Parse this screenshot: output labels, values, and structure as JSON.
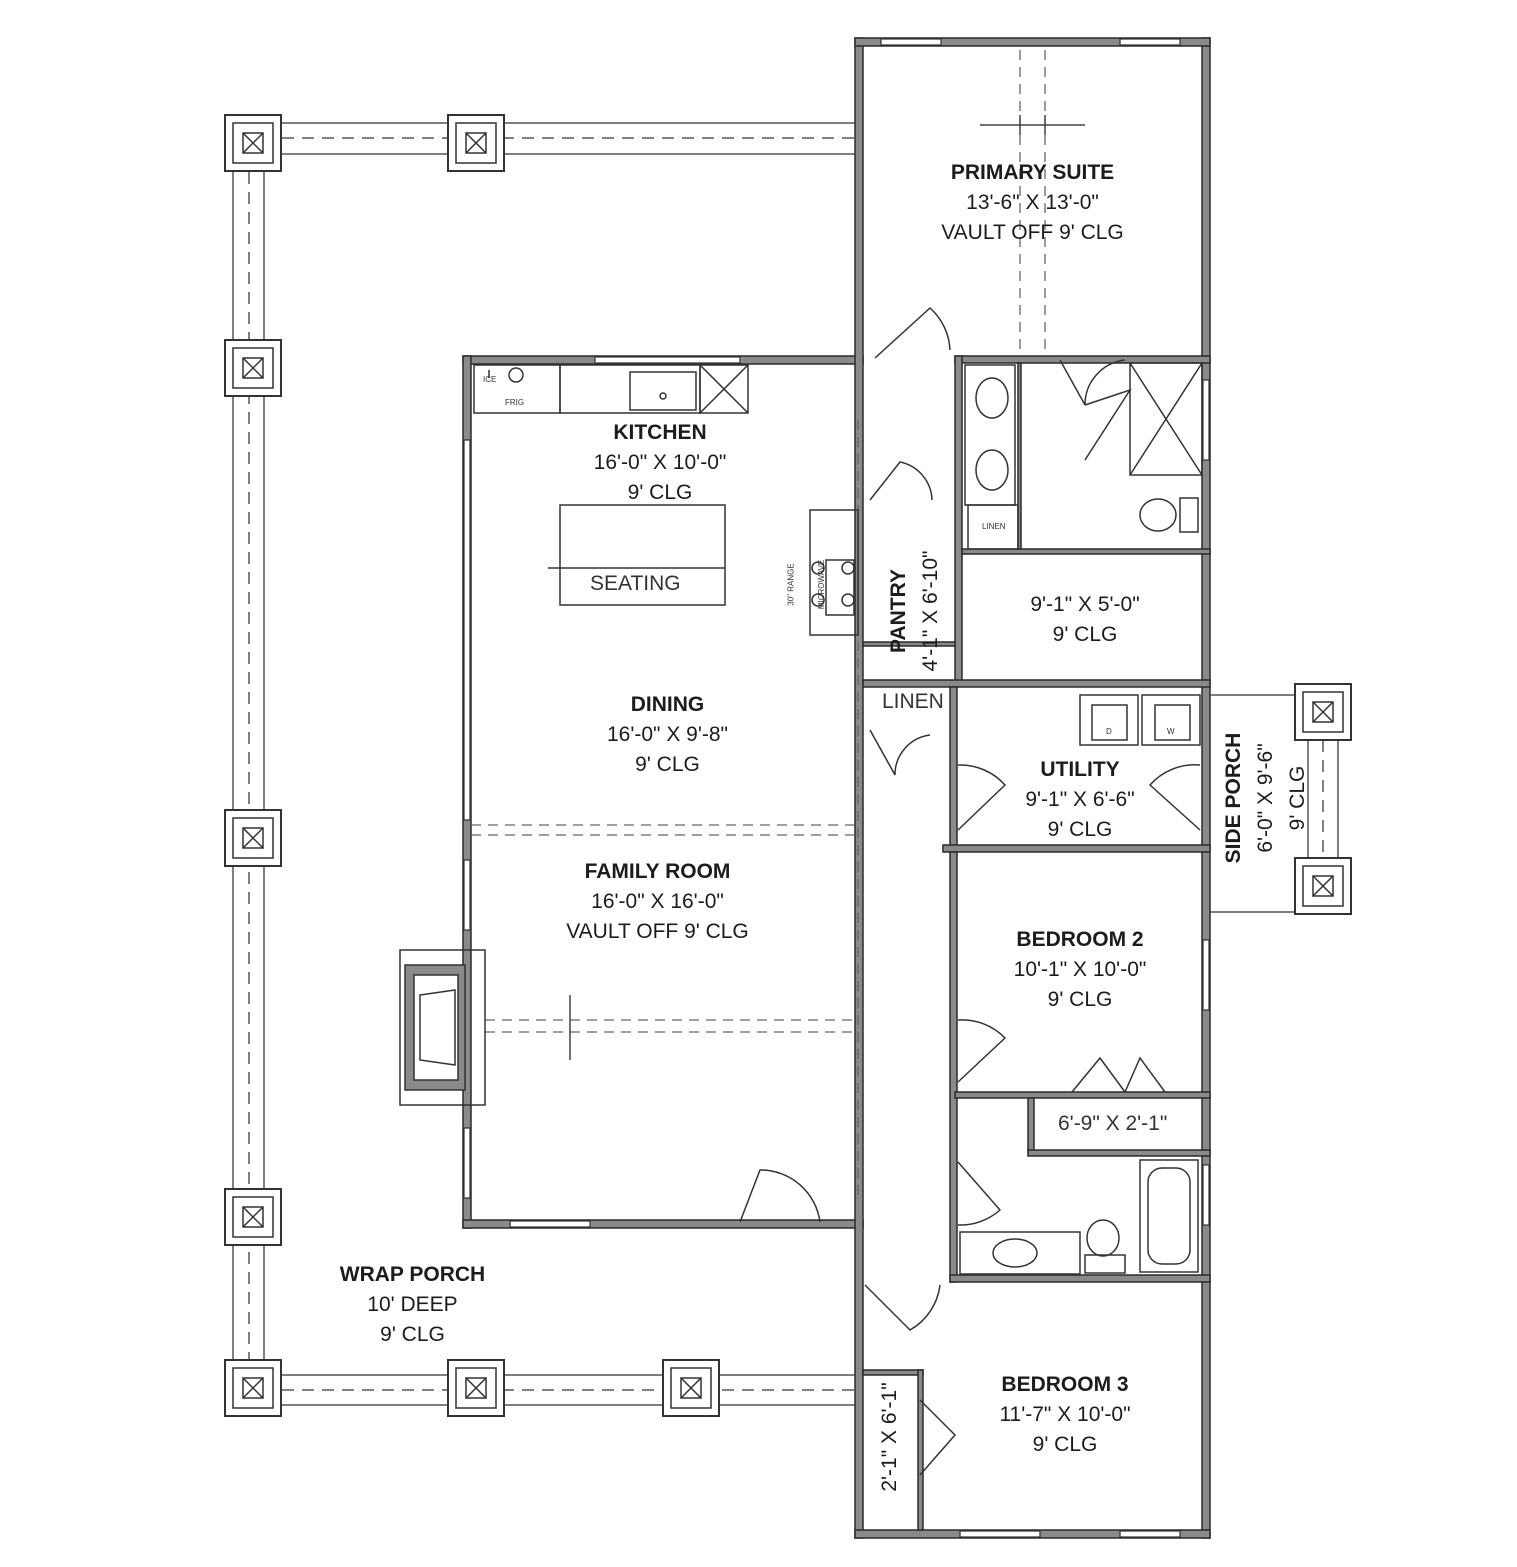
{
  "rooms": {
    "primary_suite": {
      "name": "PRIMARY SUITE",
      "dims": "13'-6\" X 13'-0\"",
      "ceiling": "VAULT OFF 9' CLG"
    },
    "kitchen": {
      "name": "KITCHEN",
      "dims": "16'-0\" X 10'-0\"",
      "ceiling": "9' CLG"
    },
    "dining": {
      "name": "DINING",
      "dims": "16'-0\" X 9'-8\"",
      "ceiling": "9' CLG"
    },
    "family_room": {
      "name": "FAMILY ROOM",
      "dims": "16'-0\" X 16'-0\"",
      "ceiling": "VAULT OFF 9' CLG"
    },
    "wrap_porch": {
      "name": "WRAP PORCH",
      "dims": "10' DEEP",
      "ceiling": "9' CLG"
    },
    "pantry": {
      "name": "PANTRY",
      "dims": "4'-1\" X 6'-10\""
    },
    "primary_bath": {
      "dims": "9'-1\" X 5'-0\"",
      "ceiling": "9' CLG"
    },
    "linen_hall": {
      "name": "LINEN"
    },
    "utility": {
      "name": "UTILITY",
      "dims": "9'-1\" X 6'-6\"",
      "ceiling": "9' CLG"
    },
    "side_porch": {
      "name": "SIDE PORCH",
      "dims": "6'-0\" X 9'-6\"",
      "ceiling": "9' CLG"
    },
    "bedroom_2": {
      "name": "BEDROOM 2",
      "dims": "10'-1\" X 10'-0\"",
      "ceiling": "9' CLG"
    },
    "closet_2": {
      "dims": "6'-9\" X 2'-1\""
    },
    "bedroom_3": {
      "name": "BEDROOM 3",
      "dims": "11'-7\" X 10'-0\"",
      "ceiling": "9' CLG"
    },
    "closet_3": {
      "dims": "2'-1\" X 6'-1\""
    }
  },
  "fixtures": {
    "seating": "SEATING",
    "ice": "ICE",
    "frig": "FRIG",
    "range": "30\" RANGE",
    "microwave": "MICROWAVE",
    "bath_linen": "LINEN",
    "dryer": "D",
    "washer": "W"
  },
  "colors": {
    "wall": "#8a8a8a",
    "wall_outline": "#2b2b2b",
    "line": "#555555",
    "text": "#1c1c1c"
  }
}
